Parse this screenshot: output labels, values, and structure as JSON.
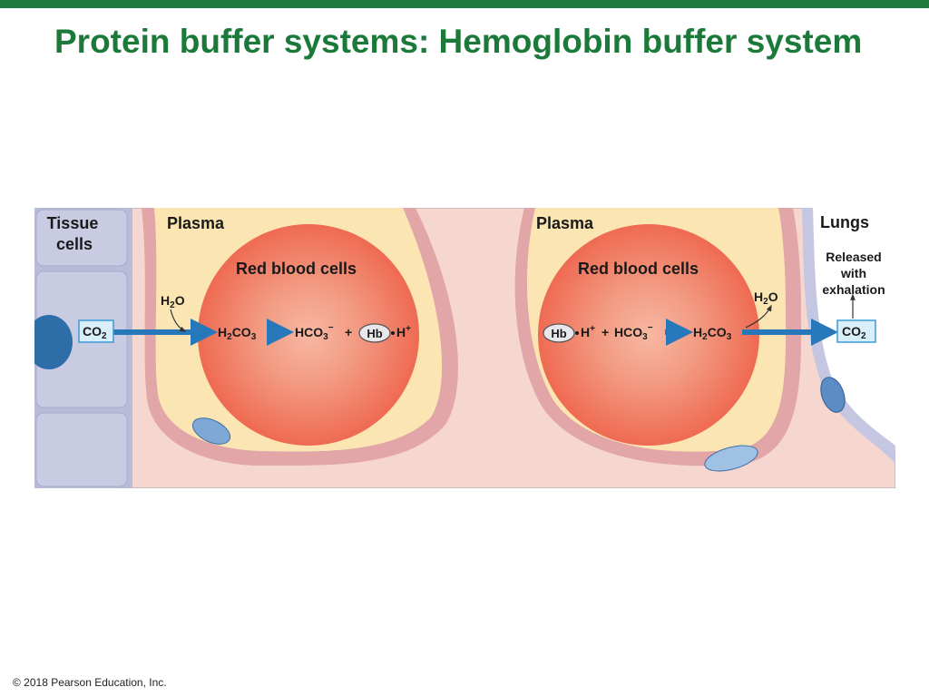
{
  "slide": {
    "title": "Protein buffer systems: Hemoglobin buffer system",
    "footer": "© 2018 Pearson Education, Inc."
  },
  "diagram": {
    "left_panel": {
      "region_labels": {
        "tissue_line1": "Tissue",
        "tissue_line2": "cells",
        "plasma": "Plasma",
        "rbc": "Red blood cells"
      },
      "co2": {
        "main": "CO",
        "sub": "2"
      },
      "h2o": {
        "a": "H",
        "sub": "2",
        "b": "O"
      },
      "h2co3": {
        "a": "H",
        "sub1": "2",
        "b": "CO",
        "sub2": "3"
      },
      "hco3": {
        "a": "HCO",
        "sub": "3",
        "sup": "−"
      },
      "plus": "+",
      "hb": "Hb",
      "hplus": {
        "a": "H",
        "sup": "+"
      }
    },
    "right_panel": {
      "region_labels": {
        "plasma": "Plasma",
        "rbc": "Red blood cells",
        "lungs": "Lungs",
        "released_line1": "Released",
        "released_line2": "with",
        "released_line3": "exhalation"
      },
      "hb": "Hb",
      "hplus": {
        "a": "H",
        "sup": "+"
      },
      "plus": "+",
      "hco3": {
        "a": "HCO",
        "sub": "3",
        "sup": "−"
      },
      "h2co3": {
        "a": "H",
        "sub1": "2",
        "b": "CO",
        "sub2": "3"
      },
      "h2o": {
        "a": "H",
        "sub": "2",
        "b": "O"
      },
      "co2": {
        "main": "CO",
        "sub": "2"
      }
    },
    "colors": {
      "tissue": "#c9cbe3",
      "plasma": "#fbe6b3",
      "vessel_wall": "#e2a6a8",
      "background": "#f6d7cf",
      "rbc_outer": "#ef6a52",
      "rbc_center": "#f7b8a2",
      "arrow": "#2777bb",
      "nucleus": "#2d6ea8",
      "co2_box_fill": "#d8eef9",
      "co2_box_stroke": "#3a9ad6"
    }
  }
}
